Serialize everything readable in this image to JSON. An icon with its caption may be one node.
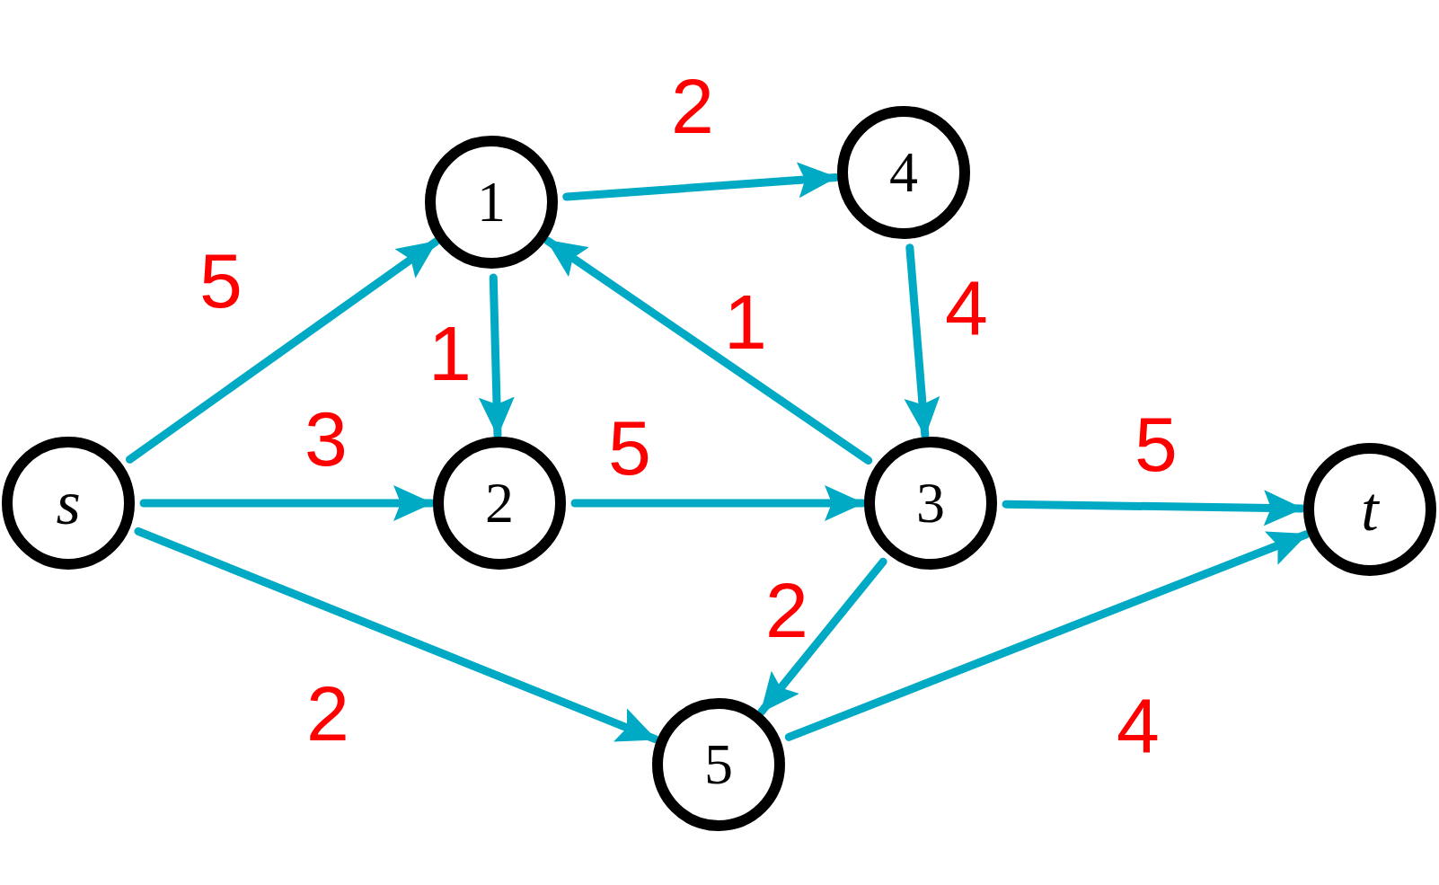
{
  "diagram": {
    "nodes": [
      {
        "text": [
          "s"
        ]
      },
      {
        "text": [
          "1"
        ]
      },
      {
        "text": [
          "2"
        ]
      },
      {
        "text": [
          "3"
        ]
      },
      {
        "text": [
          "4"
        ]
      },
      {
        "text": [
          "5"
        ]
      },
      {
        "text": [
          "t"
        ]
      }
    ],
    "edges": [
      {
        "from": 0,
        "to": 1,
        "arrow": "to",
        "label": "5"
      },
      {
        "from": 1,
        "to": 4,
        "arrow": "to",
        "label": "2"
      },
      {
        "from": 1,
        "to": 2,
        "arrow": "to",
        "label": "1"
      },
      {
        "from": 3,
        "to": 1,
        "arrow": "to",
        "label": "1"
      },
      {
        "from": 4,
        "to": 3,
        "arrow": "to",
        "label": "4"
      },
      {
        "from": 0,
        "to": 2,
        "arrow": "to",
        "label": "3"
      },
      {
        "from": 2,
        "to": 3,
        "arrow": "to",
        "label": "5"
      },
      {
        "from": 3,
        "to": 6,
        "arrow": "to",
        "label": "5"
      },
      {
        "from": 0,
        "to": 5,
        "arrow": "to",
        "label": "2"
      },
      {
        "from": 3,
        "to": 5,
        "arrow": "to",
        "label": "2"
      },
      {
        "from": 5,
        "to": 6,
        "arrow": "to",
        "label": "4"
      }
    ]
  }
}
